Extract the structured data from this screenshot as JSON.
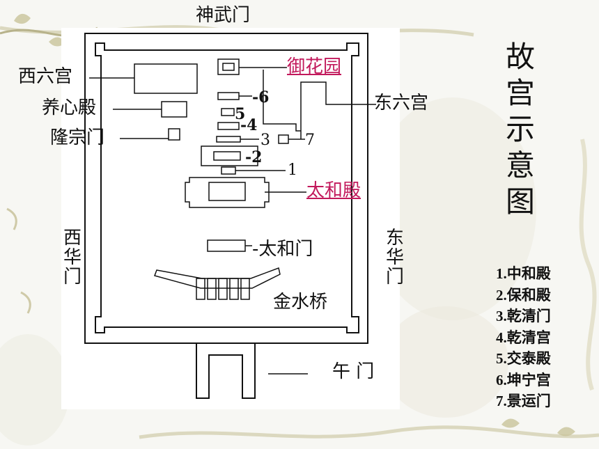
{
  "title": "故宫示意图",
  "labels": {
    "shenwumen": "神武门",
    "xiliugong": "西六宫",
    "yangxindian": "养心殿",
    "longzongmen": "隆宗门",
    "yuhuayuan": "御花园",
    "dongliugong": "东六宫",
    "taihedian": "太和殿",
    "xihuamen": "西华门",
    "donghuamen": "东华门",
    "taihemen": "-太和门",
    "jinshuiqiao": "金水桥",
    "wumen": "午 门"
  },
  "markers": {
    "m1": "1",
    "m2": "-2",
    "m3": "3",
    "m4": "-4",
    "m5": "5",
    "m6": "-6",
    "m7": "7"
  },
  "legend": [
    "1.中和殿",
    "2.保和殿",
    "3.乾清门",
    "4.乾清宫",
    "5.交泰殿",
    "6.坤宁宫",
    "7.景运门"
  ],
  "colors": {
    "link": "#c2185b",
    "ink": "#111111",
    "vine": "#b7b28a"
  }
}
